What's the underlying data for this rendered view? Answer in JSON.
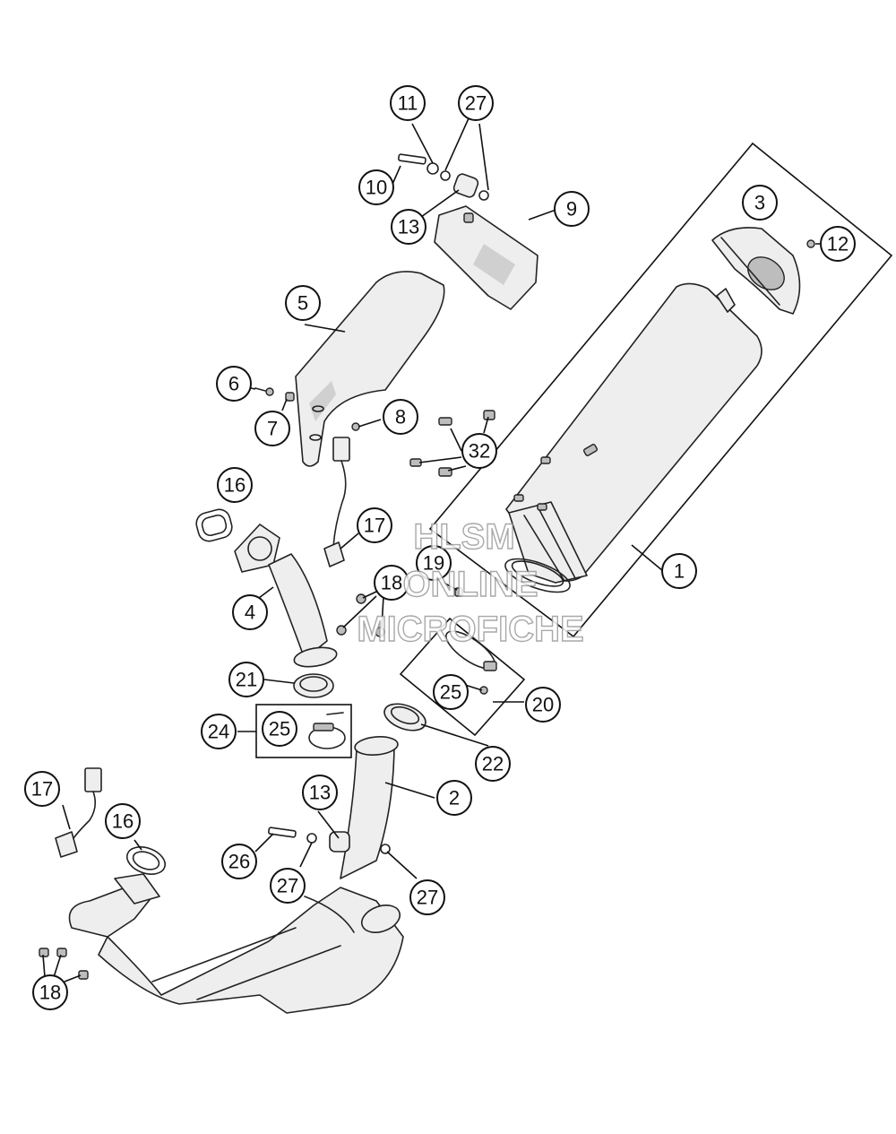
{
  "callouts": {
    "c1": "1",
    "c2": "2",
    "c3": "3",
    "c4": "4",
    "c5": "5",
    "c6": "6",
    "c7": "7",
    "c8": "8",
    "c9": "9",
    "c10": "10",
    "c11": "11",
    "c12": "12",
    "c13a": "13",
    "c13b": "13",
    "c16a": "16",
    "c16b": "16",
    "c17a": "17",
    "c17b": "17",
    "c18a": "18",
    "c18b": "18",
    "c19": "19",
    "c20": "20",
    "c21": "21",
    "c22": "22",
    "c24": "24",
    "c25a": "25",
    "c25b": "25",
    "c26": "26",
    "c27a": "27",
    "c27b": "27",
    "c27c": "27",
    "c32": "32"
  },
  "watermark": {
    "line1": "HLSM",
    "line2": "ONLINE",
    "line3": "MICROFICHE"
  }
}
